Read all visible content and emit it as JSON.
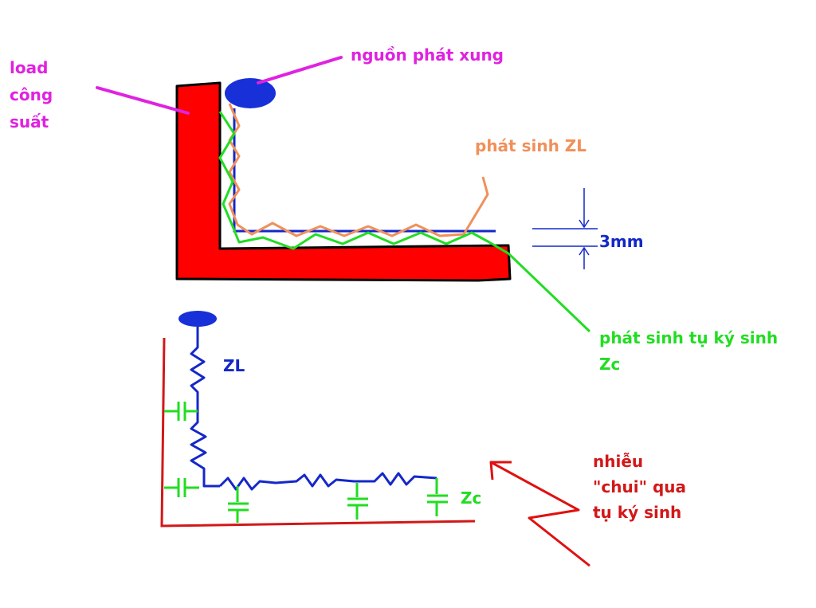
{
  "labels": {
    "load_line1": "load",
    "load_line2": "công",
    "load_line3": "suất",
    "pulse_source": "nguồn phát xung",
    "zl_generated": "phát sinh ZL",
    "gap": "3mm",
    "zc_line1": "phát sinh tụ ký sinh",
    "zc_line2": "Zc",
    "schematic_zl": "ZL",
    "schematic_zc": "Zc",
    "noise_line1": "nhiễu",
    "noise_line2": "\"chui\" qua",
    "noise_line3": "tụ ký sinh"
  },
  "colors": {
    "load_red": "#ff0000",
    "magenta": "#e022e0",
    "blue": "#1428c8",
    "orange": "#f0905a",
    "green": "#22dd22",
    "dark_red": "#d21818"
  }
}
